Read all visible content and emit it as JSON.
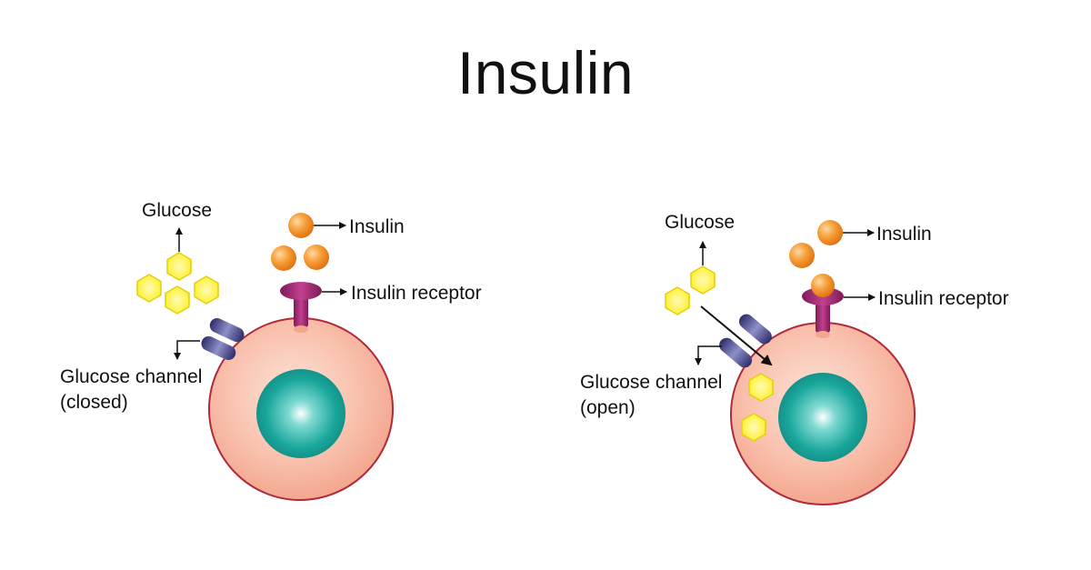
{
  "title": "Insulin",
  "colors": {
    "cell_fill": "#f8b6a0",
    "cell_outline": "#b02a3a",
    "nucleus": "#1aa79c",
    "glucose": "#fff34d",
    "glucose_outline": "#e2d10f",
    "insulin": "#f08a1a",
    "receptor": "#b32a7d",
    "channel": "#3f3f87"
  },
  "panels": [
    {
      "id": "closed",
      "labels": {
        "glucose": "Glucose",
        "insulin": "Insulin",
        "receptor": "Insulin receptor",
        "channel_line1": "Glucose channel",
        "channel_line2": "(closed)"
      }
    },
    {
      "id": "open",
      "labels": {
        "glucose": "Glucose",
        "insulin": "Insulin",
        "receptor": "Insulin receptor",
        "channel_line1": "Glucose channel",
        "channel_line2": "(open)"
      }
    }
  ]
}
